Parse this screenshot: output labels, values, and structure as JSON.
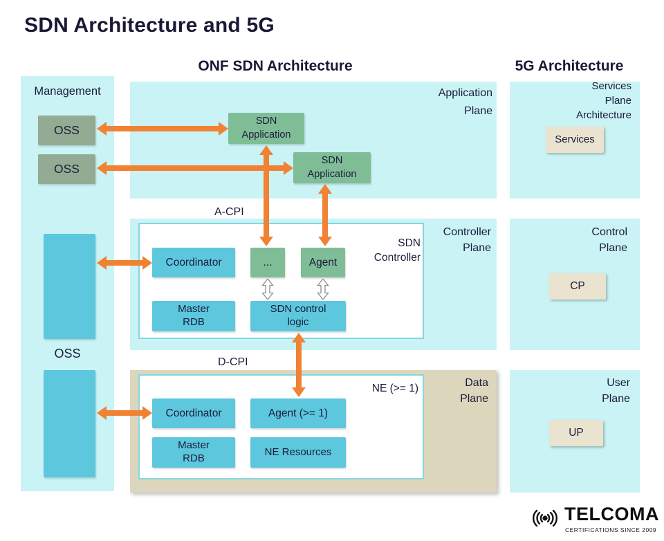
{
  "title": "SDN Architecture and 5G",
  "headings": {
    "onf": "ONF SDN Architecture",
    "five_g": "5G Architecture"
  },
  "management": {
    "label": "Management",
    "oss_top": "OSS",
    "oss_middle": "OSS",
    "oss_tall": "OSS"
  },
  "application_plane": {
    "label": "Application\nPlane",
    "sdn_application_top": "SDN\nApplication",
    "sdn_application_bottom": "SDN\nApplication"
  },
  "services_plane": {
    "label": "Services\nPlane\nArchitecture",
    "services_box": "Services"
  },
  "interfaces": {
    "a_cpi": "A-CPI",
    "d_cpi": "D-CPI"
  },
  "controller_plane": {
    "label": "Controller\nPlane",
    "sdn_controller": "SDN\nController",
    "coordinator": "Coordinator",
    "dots": "...",
    "agent": "Agent",
    "master_rdb": "Master\nRDB",
    "control_logic": "SDN control\nlogic"
  },
  "control_plane": {
    "label": "Control\nPlane",
    "cp_box": "CP"
  },
  "data_plane": {
    "label": "Data\nPlane",
    "ne": "NE (>= 1)",
    "coordinator": "Coordinator",
    "agent": "Agent (>= 1)",
    "master_rdb": "Master\nRDB",
    "ne_resources": "NE Resources"
  },
  "user_plane": {
    "label": "User\nPlane",
    "up_box": "UP"
  },
  "logo": {
    "brand": "TELCOMA",
    "tagline": "CERTIFICATIONS SINCE 2009"
  },
  "colors": {
    "orange_arrow": "#f18133",
    "cyan_box": "#5cc7dd",
    "green_box": "#7fbd97",
    "sage_box": "#93ab93",
    "panel_cyan": "#c9f3f5",
    "khaki_panel": "#dcd6bd",
    "beige_box": "#e9e3cf",
    "text_dark": "#1c1c3a"
  }
}
